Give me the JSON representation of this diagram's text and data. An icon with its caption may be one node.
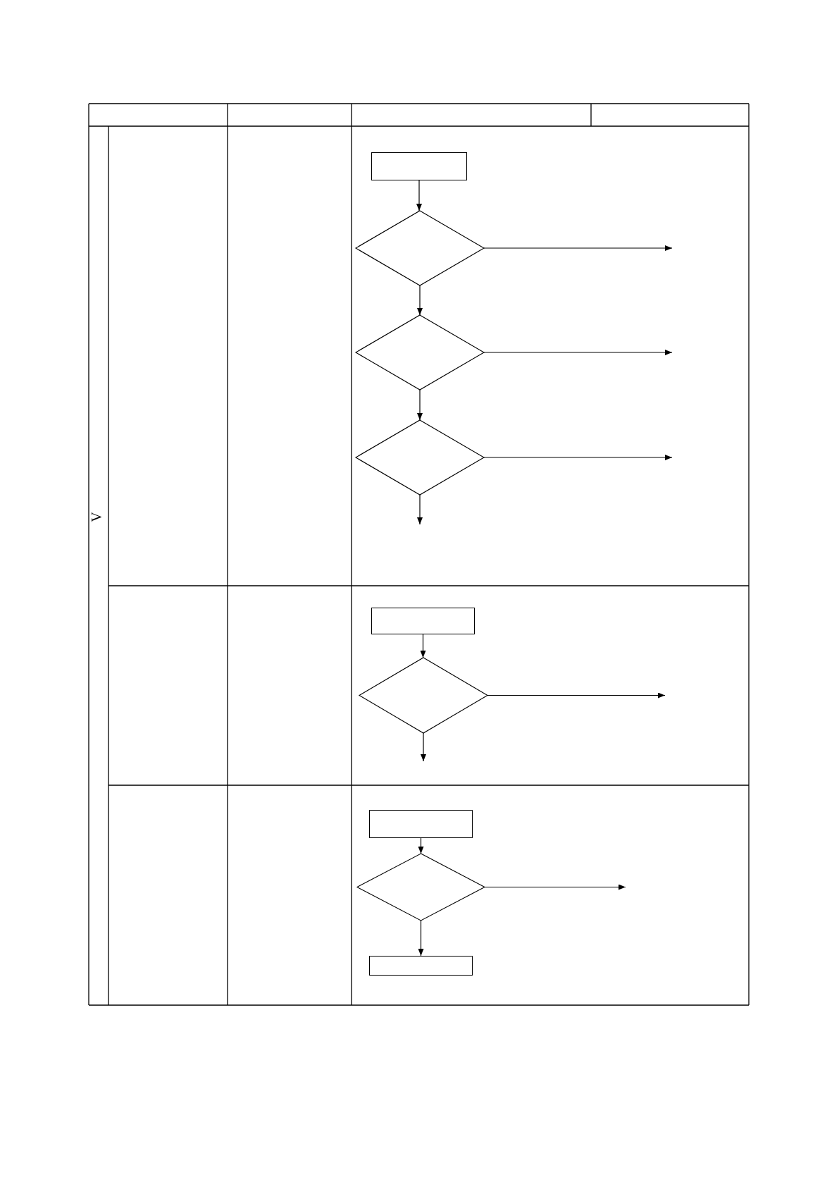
{
  "diagram": {
    "nodes": [
      {
        "text": [],
        "shape": "box"
      },
      {
        "text": [],
        "shape": "diamond"
      },
      {
        "text": [],
        "shape": "diamond"
      },
      {
        "text": [],
        "shape": "diamond"
      },
      {
        "text": [],
        "shape": "box"
      },
      {
        "text": [],
        "shape": "diamond"
      },
      {
        "text": [],
        "shape": "box"
      },
      {
        "text": [],
        "shape": "diamond"
      },
      {
        "text": [],
        "shape": "box"
      }
    ],
    "edges": [
      {
        "from": 0,
        "to": 1,
        "arrow": "to"
      },
      {
        "from": 1,
        "to": null,
        "arrow": "to"
      },
      {
        "from": 1,
        "to": 2,
        "arrow": "to"
      },
      {
        "from": 2,
        "to": null,
        "arrow": "to"
      },
      {
        "from": 2,
        "to": 3,
        "arrow": "to"
      },
      {
        "from": 3,
        "to": null,
        "arrow": "to"
      },
      {
        "from": 3,
        "to": null,
        "arrow": "to"
      },
      {
        "from": 4,
        "to": 5,
        "arrow": "to"
      },
      {
        "from": 5,
        "to": null,
        "arrow": "to"
      },
      {
        "from": 5,
        "to": null,
        "arrow": "to"
      },
      {
        "from": 6,
        "to": 7,
        "arrow": "to"
      },
      {
        "from": 7,
        "to": null,
        "arrow": "to"
      },
      {
        "from": 7,
        "to": 8,
        "arrow": "to"
      }
    ],
    "labels": [
      "V"
    ]
  }
}
